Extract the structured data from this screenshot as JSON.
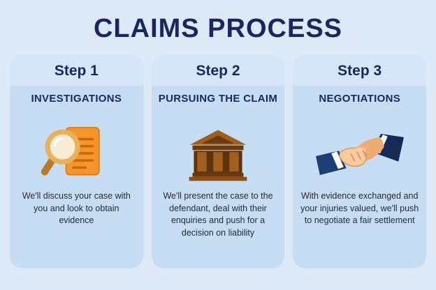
{
  "title": "CLAIMS PROCESS",
  "colors": {
    "bg": "#dde9f7",
    "card": "#c7ddf3",
    "cardHeader": "#d4e6f8",
    "navy": "#19275c",
    "text": "#222b3a",
    "orange": "#f6952d",
    "brown": "#a05f1c",
    "darkBrown": "#6b3a0e"
  },
  "steps": [
    {
      "step_label": "Step 1",
      "subtitle": "INVESTIGATIONS",
      "icon": "magnifier-document-icon",
      "description": "We'll discuss your case with you and look to obtain evidence"
    },
    {
      "step_label": "Step 2",
      "subtitle": "PURSUING THE CLAIM",
      "icon": "courthouse-icon",
      "description": "We'll present the case to the defendant, deal with their enquiries and push for a decision on liability"
    },
    {
      "step_label": "Step 3",
      "subtitle": "NEGOTIATIONS",
      "icon": "handshake-icon",
      "description": "With evidence exchanged and your injuries valued, we'll push to negotiate a fair settlement"
    }
  ]
}
